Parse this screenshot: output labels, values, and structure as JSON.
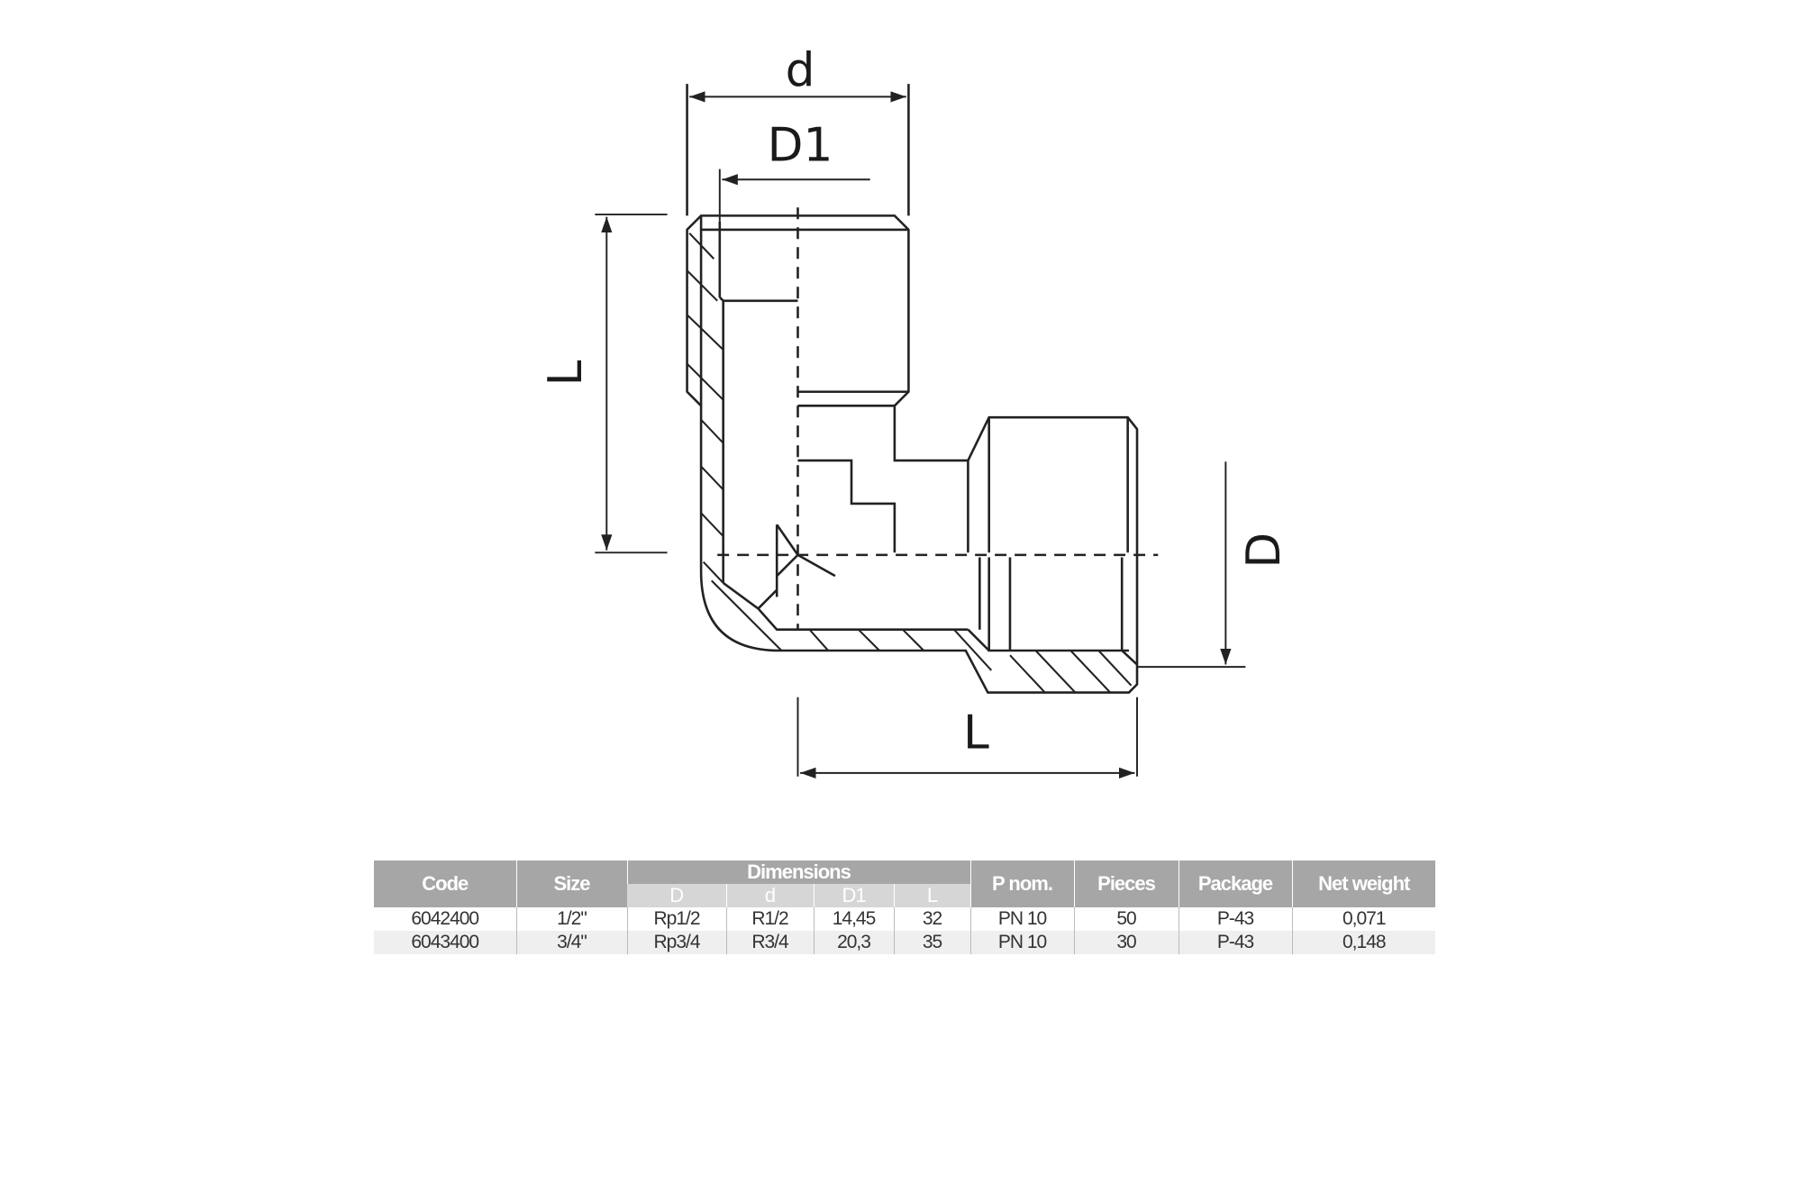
{
  "drawing": {
    "labels": {
      "d": "d",
      "D1": "D1",
      "L_vertical": "L",
      "D": "D",
      "L_horizontal": "L"
    }
  },
  "table": {
    "headers": {
      "code": "Code",
      "size": "Size",
      "dimensions": "Dimensions",
      "p_nom": "P nom.",
      "pieces": "Pieces",
      "package": "Package",
      "net_weight": "Net weight"
    },
    "dimension_subheaders": [
      "D",
      "d",
      "D1",
      "L"
    ],
    "rows": [
      {
        "code": "6042400",
        "size": "1/2\"",
        "D": "Rp1/2",
        "d": "R1/2",
        "D1": "14,45",
        "L": "32",
        "p_nom": "PN 10",
        "pieces": "50",
        "package": "P-43",
        "net_weight": "0,071"
      },
      {
        "code": "6043400",
        "size": "3/4\"",
        "D": "Rp3/4",
        "d": "R3/4",
        "D1": "20,3",
        "L": "35",
        "p_nom": "PN 10",
        "pieces": "30",
        "package": "P-43",
        "net_weight": "0,148"
      }
    ]
  }
}
